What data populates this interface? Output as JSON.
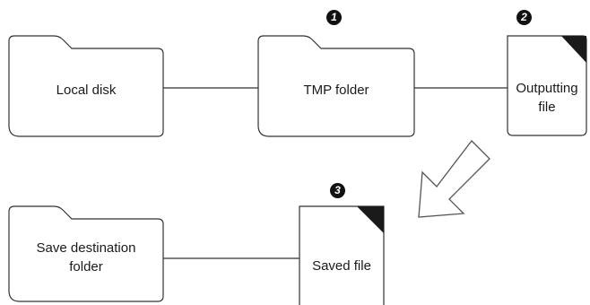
{
  "nodes": {
    "local_disk": "Local disk",
    "tmp_folder": "TMP folder",
    "outputting_file": "Outputting\nfile",
    "save_destination_folder": "Save destination\nfolder",
    "saved_file": "Saved file"
  },
  "steps": {
    "step1": "1",
    "step2": "2",
    "step3": "3"
  },
  "colors": {
    "stroke": "#333333",
    "fold": "#1a1a1a",
    "arrow_stroke": "#555555"
  }
}
